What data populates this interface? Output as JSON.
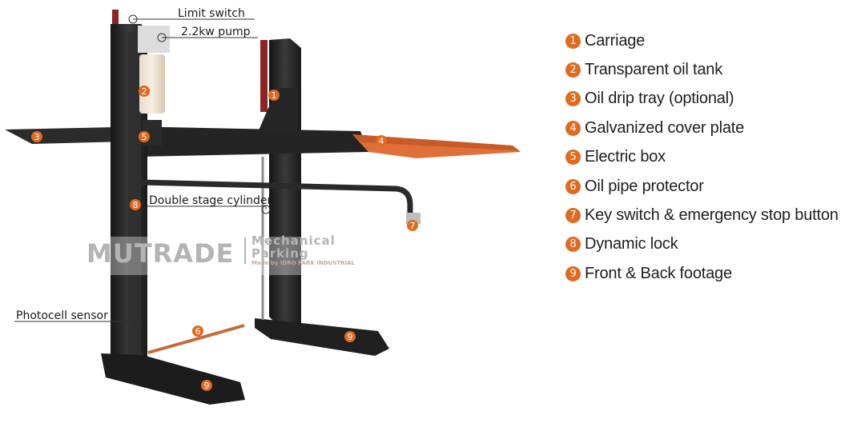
{
  "callouts": {
    "limit_switch": "Limit switch",
    "pump": "2.2kw pump",
    "cylinder": "Double stage cylinder",
    "photocell": "Photocell sensor"
  },
  "watermark": {
    "brand": "MUTRADE",
    "line1": "Mechanical",
    "line2": "Parking",
    "line3": "Made by IDRO PARK INDUSTRIAL"
  },
  "legend": [
    {
      "num": "1",
      "label": "Carriage"
    },
    {
      "num": "2",
      "label": "Transparent oil tank"
    },
    {
      "num": "3",
      "label": "Oil drip tray (optional)"
    },
    {
      "num": "4",
      "label": "Galvanized cover plate"
    },
    {
      "num": "5",
      "label": "Electric box"
    },
    {
      "num": "6",
      "label": "Oil pipe protector"
    },
    {
      "num": "7",
      "label": "Key switch & emergency stop button"
    },
    {
      "num": "8",
      "label": "Dynamic lock"
    },
    {
      "num": "9",
      "label": "Front & Back footage"
    }
  ],
  "colors": {
    "accent": "#e06a1f",
    "steel": "#2a2a2a"
  }
}
